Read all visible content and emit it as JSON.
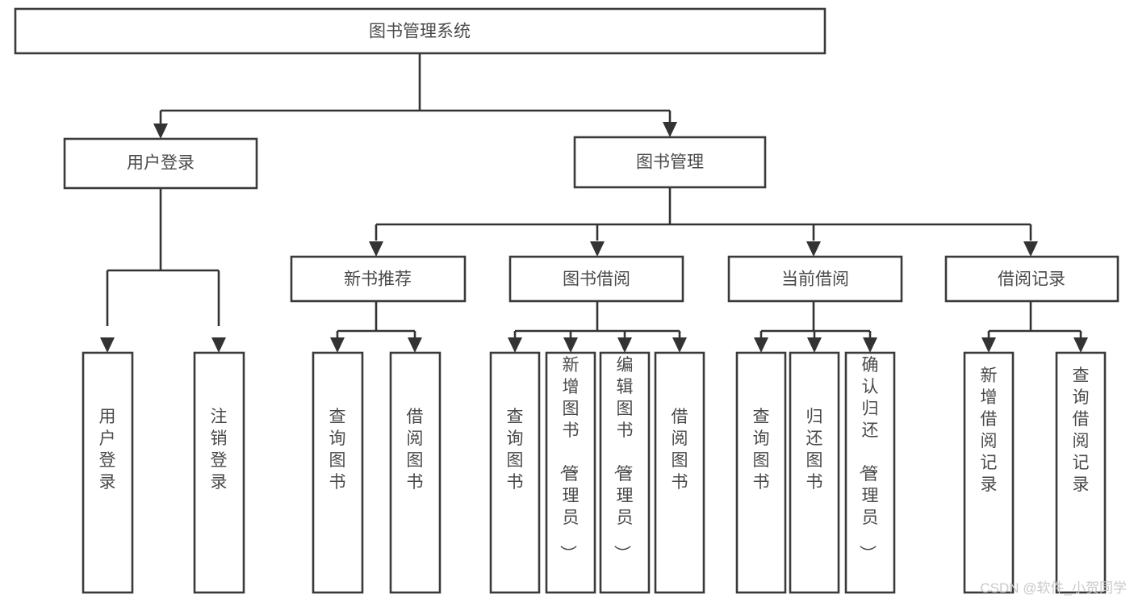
{
  "diagram": {
    "type": "tree-hierarchy",
    "title": "图书管理系统",
    "watermark": "CSDN @软件_小贺同学",
    "colors": {
      "box_stroke": "#3a3a3a",
      "box_fill": "#ffffff",
      "connector": "#333333",
      "text": "#4a4a4a",
      "watermark": "#c9c9c9",
      "background": "#ffffff"
    },
    "levels": {
      "level0": [
        "图书管理系统"
      ],
      "level1": [
        "用户登录",
        "图书管理"
      ],
      "level2": [
        "新书推荐",
        "图书借阅",
        "当前借阅",
        "借阅记录"
      ],
      "level3": [
        "用户登录",
        "注销登录",
        "查询图书",
        "借阅图书",
        "查询图书",
        "新增图书（管理员）",
        "编辑图书（管理员）",
        "借阅图书",
        "查询图书",
        "归还图书",
        "确认归还（管理员）",
        "新增借阅记录",
        "查询借阅记录"
      ]
    },
    "nodes": {
      "root": {
        "label": "图书管理系统"
      },
      "user_login": {
        "label": "用户登录"
      },
      "book_manage": {
        "label": "图书管理"
      },
      "new_book_rec": {
        "label": "新书推荐"
      },
      "book_borrow": {
        "label": "图书借阅"
      },
      "current_borrow": {
        "label": "当前借阅"
      },
      "borrow_record": {
        "label": "借阅记录"
      },
      "leaf_user_login": {
        "label": "用户登录"
      },
      "leaf_logout": {
        "label": "注销登录"
      },
      "leaf_query_book_1": {
        "label": "查询图书"
      },
      "leaf_borrow_book_1": {
        "label": "借阅图书"
      },
      "leaf_query_book_2": {
        "label": "查询图书"
      },
      "leaf_add_book": {
        "label": "新增图书（管理员）"
      },
      "leaf_edit_book": {
        "label": "编辑图书（管理员）"
      },
      "leaf_borrow_book_2": {
        "label": "借阅图书"
      },
      "leaf_query_book_3": {
        "label": "查询图书"
      },
      "leaf_return_book": {
        "label": "归还图书"
      },
      "leaf_confirm_return": {
        "label": "确认归还（管理员）"
      },
      "leaf_add_record": {
        "label": "新增借阅记录"
      },
      "leaf_query_record": {
        "label": "查询借阅记录"
      }
    }
  }
}
